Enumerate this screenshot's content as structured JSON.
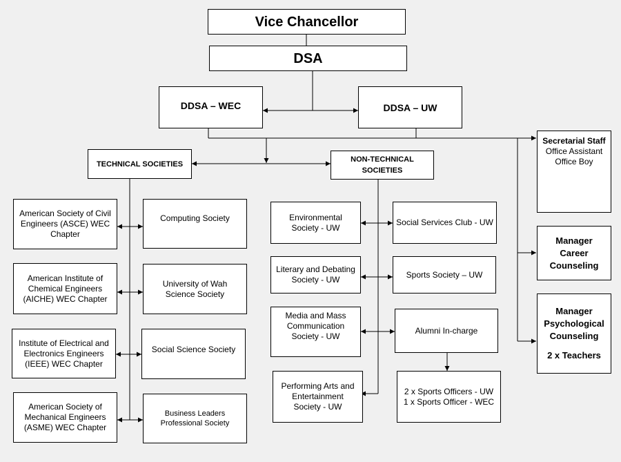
{
  "chart": {
    "vice_chancellor": "Vice Chancellor",
    "dsa": "DSA",
    "ddsa_wec": "DDSA – WEC",
    "ddsa_uw": "DDSA – UW",
    "technical": "TECHNICAL SOCIETIES",
    "non_technical": [
      "NON-TECHNICAL",
      "SOCIETIES"
    ],
    "secretarial": {
      "title": "Secretarial Staff",
      "lines": [
        "Office Assistant",
        "Office Boy"
      ]
    },
    "manager_career": [
      "Manager",
      "Career",
      "Counseling"
    ],
    "manager_psych": [
      "Manager",
      "Psychological",
      "Counseling"
    ],
    "teachers": "2 x Teachers",
    "technical_left": [
      [
        "American Society of Civil",
        "Engineers (ASCE) WEC",
        "Chapter"
      ],
      [
        "American Institute of",
        "Chemical Engineers",
        "(AICHE) WEC Chapter"
      ],
      [
        "Institute of Electrical and",
        "Electronics Engineers",
        "(IEEE) WEC Chapter"
      ],
      [
        "American Society of",
        "Mechanical Engineers",
        "(ASME) WEC Chapter"
      ]
    ],
    "technical_right": [
      [
        "Computing Society"
      ],
      [
        "University of Wah",
        "Science Society"
      ],
      [
        "Social Science Society"
      ],
      [
        "Business Leaders",
        "Professional Society"
      ]
    ],
    "nontech_left": [
      [
        "Environmental",
        "Society - UW"
      ],
      [
        "Literary and Debating",
        "Society - UW"
      ],
      [
        "Media and Mass",
        "Communication",
        "Society - UW"
      ],
      [
        "Performing Arts and",
        "Entertainment",
        "Society - UW"
      ]
    ],
    "nontech_right": [
      [
        "Social Services Club - UW"
      ],
      [
        "Sports Society – UW"
      ],
      [
        "Alumni In-charge"
      ]
    ],
    "sports_officers": [
      "2 x Sports Officers - UW",
      "1 x Sports Officer - WEC"
    ]
  }
}
